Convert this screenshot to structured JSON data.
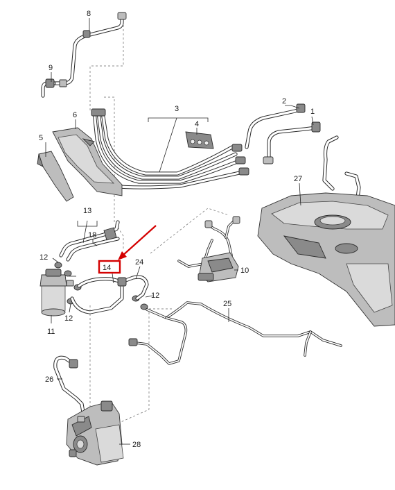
{
  "callouts": {
    "c1": "1",
    "c2": "2",
    "c3": "3",
    "c4": "4",
    "c5": "5",
    "c6": "6",
    "c8": "8",
    "c9": "9",
    "c10": "10",
    "c11": "11",
    "c12a": "12",
    "c12b": "12",
    "c12c": "12",
    "c13": "13",
    "c14": "14",
    "c18": "18",
    "c24": "24",
    "c25": "25",
    "c26": "26",
    "c27": "27",
    "c28": "28"
  },
  "highlight": {
    "color": "#d40000",
    "target": "14"
  }
}
